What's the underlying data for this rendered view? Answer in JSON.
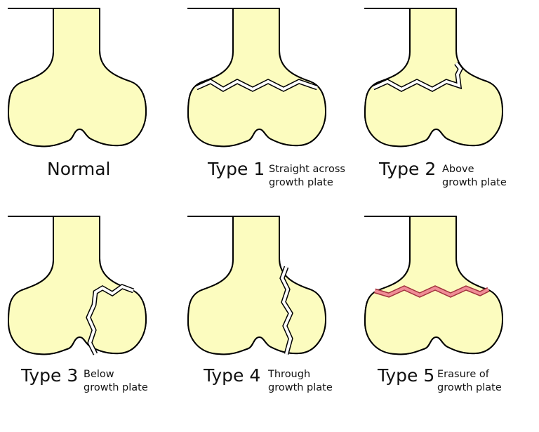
{
  "colors": {
    "bone_fill": "#fcfcbf",
    "growth_plate": "#7b79d6",
    "growth_plate_fade": "#ffffff",
    "outline": "#000000",
    "crack_fill": "#ffffff",
    "crush_fill": "#f08c96"
  },
  "panels": [
    {
      "id": "normal",
      "title": "Normal",
      "description": []
    },
    {
      "id": "type1",
      "title": "Type 1",
      "description": [
        "Straight across",
        "growth plate"
      ]
    },
    {
      "id": "type2",
      "title": "Type 2",
      "description": [
        "Above",
        "growth plate"
      ]
    },
    {
      "id": "type3",
      "title": "Type 3",
      "description": [
        "Below",
        "growth plate"
      ]
    },
    {
      "id": "type4",
      "title": "Type 4",
      "description": [
        "Through",
        "growth plate"
      ]
    },
    {
      "id": "type5",
      "title": "Type 5",
      "description": [
        "Erasure of",
        "growth plate"
      ]
    }
  ]
}
